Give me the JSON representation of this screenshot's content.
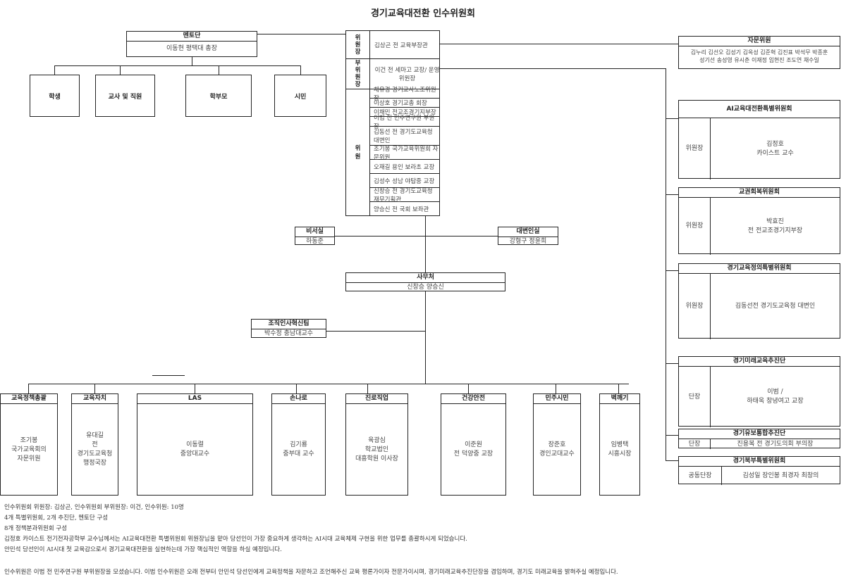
{
  "title": "경기교육대전환 인수위원회",
  "mentor": {
    "label": "멘토단",
    "name": "이동현 평택대 총장"
  },
  "mentor_groups": [
    "학생",
    "교사 및 직원",
    "학부모",
    "시민"
  ],
  "chair": {
    "label": "위원장",
    "name": "김상곤 전 교육부장관"
  },
  "vice_chair": {
    "label": "부위원장",
    "name": "이건 전 세마고 교장/ 운영위원장"
  },
  "members_label": "위원",
  "members": [
    "채유경 경기교사노조위원장",
    "이상호 경기교총 회장",
    "이채민 전교조경기지부장",
    "이범 전 민주연구원 부원장",
    "김동선 전 경기도교육청 대변인",
    "조기봉 국가교육위원회 자문위원",
    "오재길 용인 보라초 교장",
    "김성수 성남 야탑중 교장",
    "신창승 전 경기도교육청 재무기획관",
    "양승신 전 국회 보좌관"
  ],
  "secretary": {
    "label": "비서실",
    "name": "하동준"
  },
  "spokesperson": {
    "label": "대변인실",
    "name": "강형구 정윤희"
  },
  "office": {
    "label": "사무처",
    "name": "신창승 양승신"
  },
  "innovation": {
    "label": "조직인사혁신팀",
    "name": "박수정 충남대교수"
  },
  "subcommittees": [
    {
      "label": "교육정책총괄",
      "name": "조기봉\n국가교육회의\n자문위원"
    },
    {
      "label": "교육자치",
      "name": "유대길\n전\n경기도교육청\n행정국장"
    },
    {
      "label": "LAS",
      "name": "이동렬\n중앙대교수"
    },
    {
      "label": "손나로",
      "name": "김기룡\n중부대 교수"
    },
    {
      "label": "진로직업",
      "name": "육광심\n학교법인\n대흥학원 이사장"
    },
    {
      "label": "건강안전",
      "name": "이준원\n전 덕양중 교장"
    },
    {
      "label": "민주시민",
      "name": "장준호\n경인교대교수"
    },
    {
      "label": "벽깨기",
      "name": "임병택\n시흥시장"
    }
  ],
  "advisory": {
    "label": "자문위원",
    "names": [
      "김누리 김선오 김성기 김옥성 김준혁 김진표 박석무 박종훈",
      "성기선 송성영 유시춘 이재정 임현진 조도연 채수일"
    ]
  },
  "ai_committee": {
    "label": "AI교육대전환특별위원회",
    "role": "위원장",
    "name": "김정호\n카이스트 교수"
  },
  "rights_committee": {
    "label": "교권회복위원회",
    "role": "위원장",
    "name": "박효진\n전 전교조경기지부장"
  },
  "justice_committee": {
    "label": "경기교육정의특별위원회",
    "role": "위원장",
    "name": "김동선전 경기도교육청 대변인"
  },
  "future_team": {
    "label": "경기미래교육추진단",
    "role": "단장",
    "name": "이범 /\n하태욱 창녕여고 교장"
  },
  "childcare_team": {
    "label": "경기유보통합추진단",
    "role": "단장",
    "name": "진용복 전 경기도의회 부의장"
  },
  "north_committee": {
    "label": "경기북부특별위원회",
    "role": "공동단장",
    "name": "김성일 장인봉 최경자 최창의"
  },
  "notes": [
    "인수위원회 위원장: 김상곤, 인수위원회 부위원장: 이건, 인수위원: 10명",
    "4개 특별위원회, 2개 추진단, 멘토단 구성",
    "8개 정책분과위원회 구성",
    "김정호 카이스트 전기전자공학부 교수님께서는 AI교육대전환 특별위원회 위원장님을 맡아 당선인이 가장 중요하게 생각하는  AI시대 교육체제 구현을 위한 업무를 총괄하시게 되었습니다.",
    "안민석 당선인이 AI시대 첫 교육감으로서 경기교육대전환을 실현하는데 가장 핵심적인 역할을 하실 예정입니다.",
    "인수위원은 이범 전 민주연구원 부위원장을 모셨습니다. 이범 인수위원은 오래 전부터 안민석 당선인에게 교육정책을 자문하고 조언해주신 교육 평론가이자 전문가이시며, 경기미래교육추진단장을 겸임하며, 경기도 미래교육을 밝혀주실 예정입니다."
  ]
}
